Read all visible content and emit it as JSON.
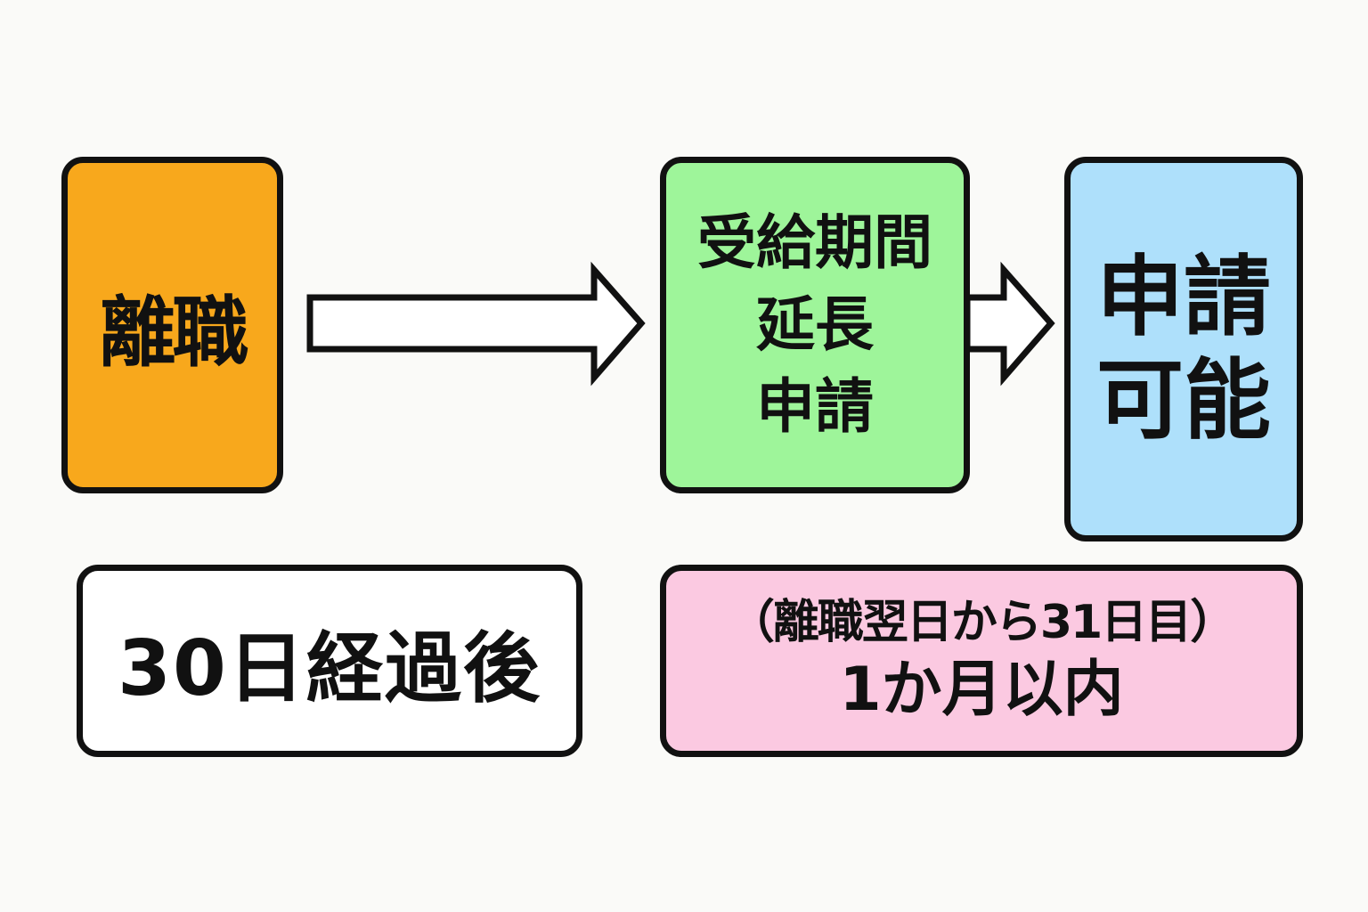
{
  "diagram": {
    "steps": [
      {
        "lines": [
          "離職"
        ],
        "color": "#f8a81c"
      },
      {
        "lines": [
          "受給期間",
          "延長",
          "申請"
        ],
        "color": "#9ef59a"
      },
      {
        "lines": [
          "申請",
          "可能"
        ],
        "color": "#aee0fb"
      }
    ],
    "notes": {
      "waiting_period": "30日経過後",
      "deadline_note": "（離職翌日から31日目）",
      "deadline_main": "1か月以内",
      "deadline_color": "#fbc9e1"
    }
  }
}
